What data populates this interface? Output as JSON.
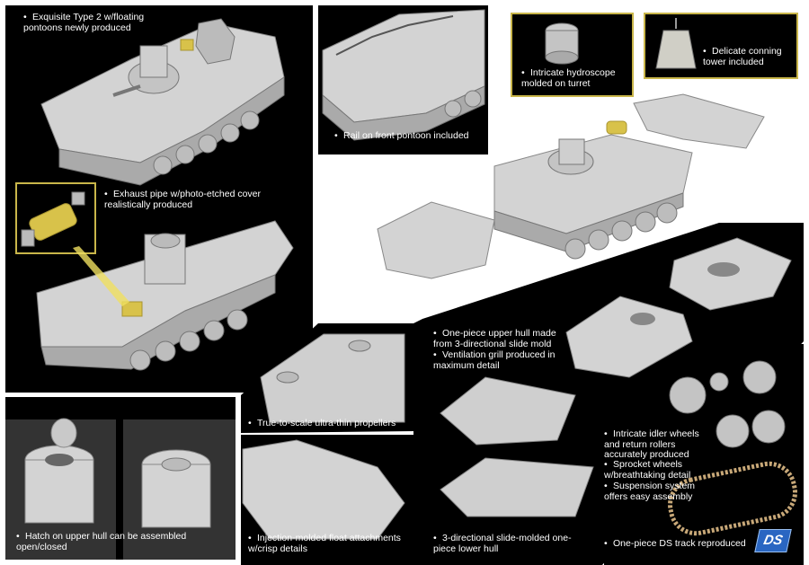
{
  "captions": {
    "type2": "Exquisite Type 2 w/floating pontoons newly produced",
    "rail": "Rail on front pontoon included",
    "hydroscope": "Intricate hydroscope molded on turret",
    "conning": "Delicate conning tower included",
    "exhaust": "Exhaust pipe w/photo-etched cover realistically produced",
    "upper_hull": "One-piece upper hull made from 3-directional slide mold",
    "vent": "Ventilation grill produced in maximum detail",
    "propellers": "True-to-scale ultra-thin propellers",
    "hatch": "Hatch on upper hull can be assembled open/closed",
    "float": "Injection-molded float attachments w/crisp details",
    "lower_hull": "3-directional slide-molded one-piece lower hull",
    "idler": "Intricate idler wheels and return rollers accurately produced",
    "sprocket": "Sprocket wheels w/breathtaking detail",
    "suspension": "Suspension system offers easy assembly",
    "track": "One-piece DS track reproduced"
  },
  "logo": "DS",
  "colors": {
    "background": "#000000",
    "text": "#ffffff",
    "highlight_border": "#c9b64a",
    "model_grey": "#cfcfcf",
    "brass": "#d8c24a",
    "logo": "#2a66c2"
  }
}
